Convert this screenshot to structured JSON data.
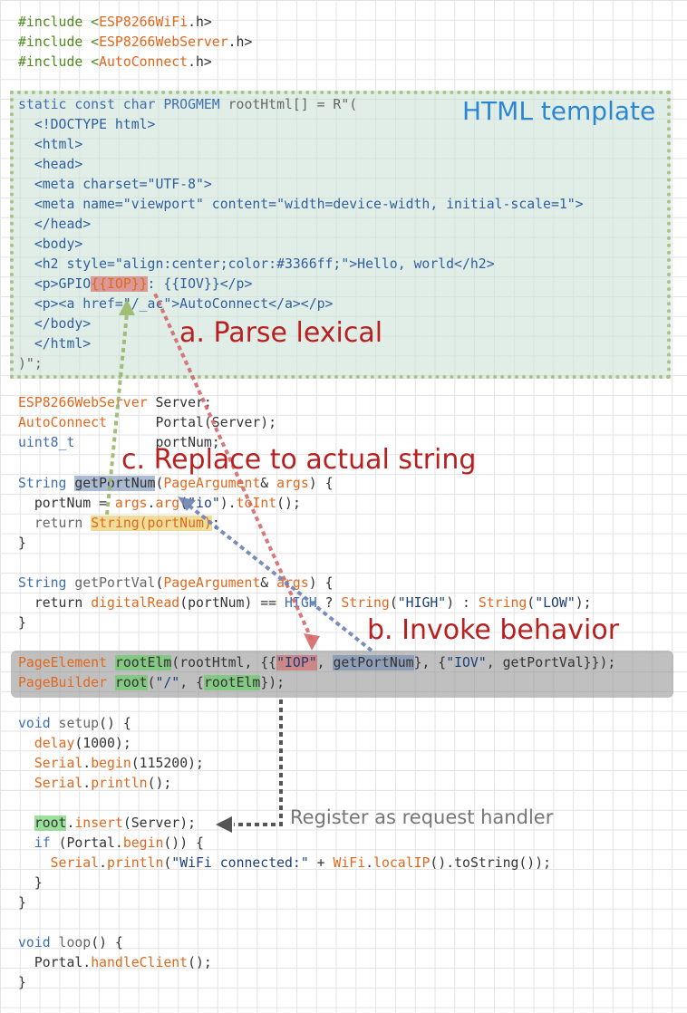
{
  "title": "HTML template",
  "annotations": {
    "parse_lexical": "a. Parse lexical",
    "invoke_behavior": "b. Invoke behavior",
    "replace_actual": "c. Replace to actual string",
    "register_handler": "Register as request handler"
  },
  "colors": {
    "template_box": "#cde2d7",
    "gray_box": "#969696",
    "arrow_red": "#d46a6a",
    "arrow_blue": "#6b82b3",
    "arrow_green": "#9ab86c",
    "arrow_gray": "#555555"
  },
  "code": {
    "inc1": [
      "#include <",
      "ESP8266WiFi",
      ".h>"
    ],
    "inc2": [
      "#include <",
      "ESP8266WebServer",
      ".h>"
    ],
    "inc3": [
      "#include <",
      "AutoConnect",
      ".h>"
    ],
    "decl": [
      "static const char PROGMEM ",
      "rootHtml[] = R\"("
    ],
    "h1": "  <!DOCTYPE html>",
    "h2": "  <html>",
    "h3": "  <head>",
    "h4": "  <meta charset=\"UTF-8\">",
    "h5": "  <meta name=\"viewport\" content=\"width=device-width, initial-scale=1\">",
    "h6": "  </head>",
    "h7": "  <body>",
    "h8": "  <h2 style=\"align:center;color:#3366ff;\">Hello, world</h2>",
    "h9": [
      "  <p>GPIO",
      "{{IOP}}",
      ": {{IOV}}</p>"
    ],
    "h10": "  <p><a href=\"/_ac\">AutoConnect</a></p>",
    "h11": "  </body>",
    "h12": "  </html>",
    "close": ")\";",
    "s1": [
      "ESP8266WebServer",
      " Server;"
    ],
    "s2": [
      "AutoConnect",
      "      Portal(Server);"
    ],
    "s3": [
      "uint8_t",
      "          portNum;"
    ],
    "f1": [
      "String ",
      "getPortNum",
      "(",
      "PageArgument",
      "& ",
      "args",
      ") {"
    ],
    "f2": [
      "  portNum = ",
      "args",
      ".",
      "arg",
      "(",
      "\"io\"",
      ").",
      "toInt",
      "();"
    ],
    "f3": [
      "  return ",
      "String(portNum)",
      ";"
    ],
    "f4": "}",
    "g1": [
      "String ",
      "getPortVal",
      "(",
      "PageArgument",
      "& ",
      "args",
      ") {"
    ],
    "g2": [
      "  return ",
      "digitalRead",
      "(portNum) == ",
      "HIGH",
      " ? ",
      "String",
      "(",
      "\"HIGH\"",
      ") : ",
      "String",
      "(",
      "\"LOW\"",
      ");"
    ],
    "g3": "}",
    "p1": [
      "PageElement",
      " ",
      "rootElm",
      "(rootHtml, {{",
      "\"IOP\"",
      ", ",
      "getPortNum",
      "}, {",
      "\"IOV\"",
      ", getPortVal}});"
    ],
    "p2": [
      "PageBuilder",
      " ",
      "root",
      "(",
      "\"/\"",
      ", {",
      "rootElm",
      "});"
    ],
    "v1": [
      "void ",
      "setup",
      "() {"
    ],
    "v2": [
      "  ",
      "delay",
      "(1000);"
    ],
    "v3": [
      "  ",
      "Serial",
      ".",
      "begin",
      "(115200);"
    ],
    "v4": [
      "  ",
      "Serial",
      ".",
      "println",
      "();"
    ],
    "v5": [
      "  ",
      "root",
      ".",
      "insert",
      "(Server);"
    ],
    "v6": [
      "  ",
      "if",
      " (Portal.",
      "begin",
      "()) {"
    ],
    "v7": [
      "    ",
      "Serial",
      ".",
      "println",
      "(",
      "\"WiFi connected:\"",
      " + ",
      "WiFi",
      ".",
      "localIP",
      "().toString());"
    ],
    "v8": "  }",
    "v9": "}",
    "l1": [
      "void ",
      "loop",
      "() {"
    ],
    "l2": [
      "  Portal.",
      "handleClient",
      "();"
    ],
    "l3": "}"
  }
}
